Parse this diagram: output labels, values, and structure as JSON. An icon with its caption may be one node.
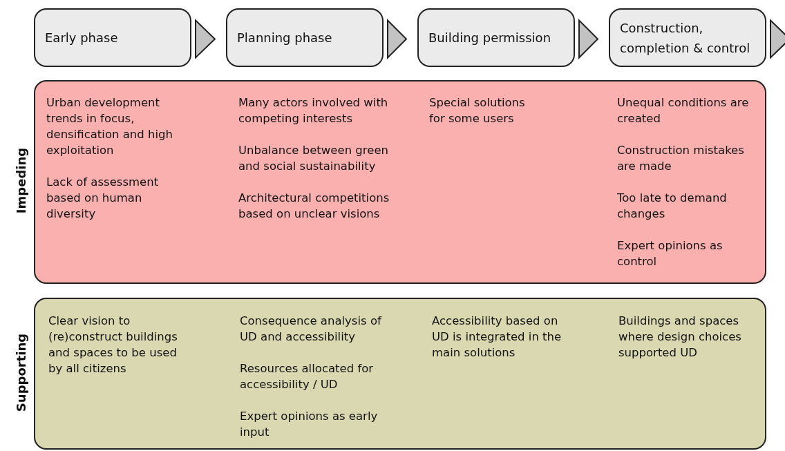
{
  "diagram": {
    "nodes": [
      {
        "text": [
          "Early phase"
        ]
      },
      {
        "text": [
          "Planning phase"
        ]
      },
      {
        "text": [
          "Building permission"
        ]
      },
      {
        "text": [
          "Construction, completion & control"
        ]
      },
      {
        "text": [
          "Impeding",
          "Urban development trends in focus, densification and high exploitation",
          "Lack of assessment based on human diversity",
          "Many actors involved with competing interests",
          "Unbalance between green and social sustainability",
          "Architectural competitions based on unclear visions",
          "Special solutions for some users",
          "Unequal conditions are created",
          "Construction mistakes are made",
          "Too late to demand changes",
          "Expert opinions as control"
        ]
      },
      {
        "text": [
          "Supporting",
          "Clear vision to (re)construct buildings and spaces to be used by all citizens",
          "Consequence analysis of UD and accessibility",
          "Resources allocated for accessibility / UD",
          "Expert opinions as early input",
          "Accessibility based on UD is integrated in the main solutions",
          "Buildings and spaces where design choices supported UD"
        ]
      }
    ],
    "edges": [
      {
        "from": 0,
        "to": 1,
        "arrow": "to"
      },
      {
        "from": 1,
        "to": 2,
        "arrow": "to"
      },
      {
        "from": 2,
        "to": 3,
        "arrow": "to"
      },
      {
        "from": 3,
        "to": null,
        "arrow": "to"
      }
    ]
  }
}
